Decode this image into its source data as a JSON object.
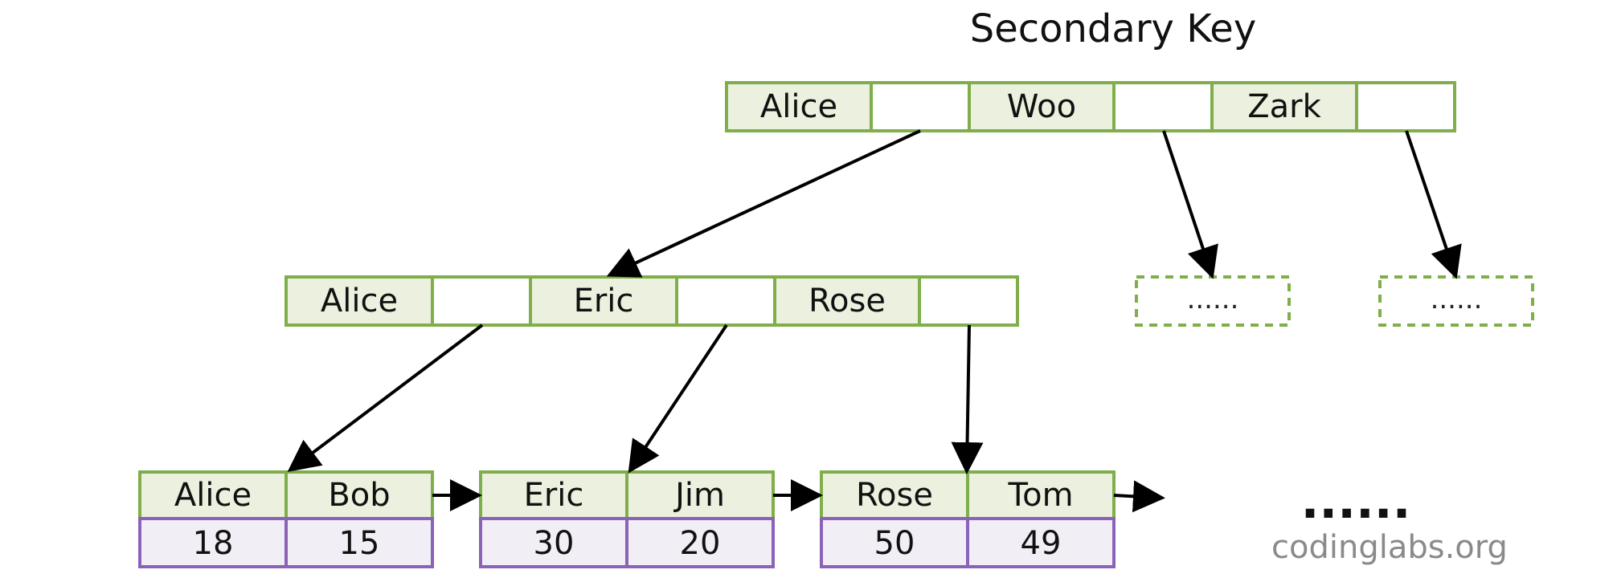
{
  "title": "Secondary Key",
  "colors": {
    "green_border": "#7fae4a",
    "green_fill": "#ebf1de",
    "purple_border": "#8a63b8",
    "purple_fill": "#f1eef6",
    "arrow": "#000000",
    "watermark": "#8a8a8a"
  },
  "root_node": {
    "keys": [
      "Alice",
      "Woo",
      "Zark"
    ]
  },
  "internal_node": {
    "keys": [
      "Alice",
      "Eric",
      "Rose"
    ]
  },
  "placeholder_nodes": [
    {
      "label": "......"
    },
    {
      "label": "......"
    }
  ],
  "leaf_nodes": [
    {
      "keys": [
        "Alice",
        "Bob"
      ],
      "values": [
        "18",
        "15"
      ]
    },
    {
      "keys": [
        "Eric",
        "Jim"
      ],
      "values": [
        "30",
        "20"
      ]
    },
    {
      "keys": [
        "Rose",
        "Tom"
      ],
      "values": [
        "50",
        "49"
      ]
    }
  ],
  "more_marker": "......",
  "watermark": "codinglabs.org"
}
